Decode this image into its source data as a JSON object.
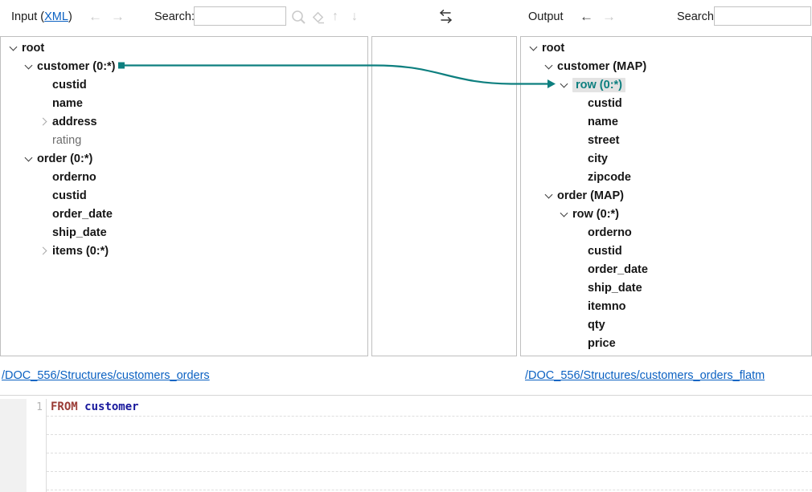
{
  "toolbar": {
    "input_title_prefix": "Input (",
    "input_format_link": "XML",
    "input_title_suffix": ")",
    "search_label": "Search:",
    "output_title": "Output",
    "output_search_label": "Search:",
    "icons": {
      "back": "←",
      "forward": "→",
      "find_up": "↑",
      "find_down": "↓"
    }
  },
  "connection": {
    "from": "customer (0:*)",
    "to": "row (0:*)",
    "color": "#0d7f7f"
  },
  "input_tree": {
    "rows": [
      {
        "label": "root",
        "level": 0,
        "chevron": "down",
        "emphasis": "bold"
      },
      {
        "label": "customer (0:*)",
        "level": 1,
        "chevron": "down",
        "emphasis": "bold",
        "connector": "source"
      },
      {
        "label": "custid",
        "level": 2,
        "chevron": "none",
        "emphasis": "bold"
      },
      {
        "label": "name",
        "level": 2,
        "chevron": "none",
        "emphasis": "bold"
      },
      {
        "label": "address",
        "level": 2,
        "chevron": "right",
        "emphasis": "bold"
      },
      {
        "label": "rating",
        "level": 2,
        "chevron": "none",
        "emphasis": "normal"
      },
      {
        "label": "order (0:*)",
        "level": 1,
        "chevron": "down",
        "emphasis": "bold"
      },
      {
        "label": "orderno",
        "level": 2,
        "chevron": "none",
        "emphasis": "bold"
      },
      {
        "label": "custid",
        "level": 2,
        "chevron": "none",
        "emphasis": "bold"
      },
      {
        "label": "order_date",
        "level": 2,
        "chevron": "none",
        "emphasis": "bold"
      },
      {
        "label": "ship_date",
        "level": 2,
        "chevron": "none",
        "emphasis": "bold"
      },
      {
        "label": "items (0:*)",
        "level": 2,
        "chevron": "right",
        "emphasis": "bold"
      }
    ],
    "source_link": "/DOC_556/Structures/customers_orders"
  },
  "output_tree": {
    "rows": [
      {
        "label": "root",
        "level": 0,
        "chevron": "down",
        "emphasis": "bold"
      },
      {
        "label": "customer (MAP)",
        "level": 1,
        "chevron": "down",
        "emphasis": "bold"
      },
      {
        "label": "row (0:*)",
        "level": 2,
        "chevron": "down",
        "emphasis": "bold",
        "highlighted": true,
        "connector": "target"
      },
      {
        "label": "custid",
        "level": 3,
        "chevron": "none",
        "emphasis": "bold"
      },
      {
        "label": "name",
        "level": 3,
        "chevron": "none",
        "emphasis": "bold"
      },
      {
        "label": "street",
        "level": 3,
        "chevron": "none",
        "emphasis": "bold"
      },
      {
        "label": "city",
        "level": 3,
        "chevron": "none",
        "emphasis": "bold"
      },
      {
        "label": "zipcode",
        "level": 3,
        "chevron": "none",
        "emphasis": "bold"
      },
      {
        "label": "order (MAP)",
        "level": 1,
        "chevron": "down",
        "emphasis": "bold"
      },
      {
        "label": "row (0:*)",
        "level": 2,
        "chevron": "down",
        "emphasis": "bold"
      },
      {
        "label": "orderno",
        "level": 3,
        "chevron": "none",
        "emphasis": "bold"
      },
      {
        "label": "custid",
        "level": 3,
        "chevron": "none",
        "emphasis": "bold"
      },
      {
        "label": "order_date",
        "level": 3,
        "chevron": "none",
        "emphasis": "bold"
      },
      {
        "label": "ship_date",
        "level": 3,
        "chevron": "none",
        "emphasis": "bold"
      },
      {
        "label": "itemno",
        "level": 3,
        "chevron": "none",
        "emphasis": "bold"
      },
      {
        "label": "qty",
        "level": 3,
        "chevron": "none",
        "emphasis": "bold"
      },
      {
        "label": "price",
        "level": 3,
        "chevron": "none",
        "emphasis": "bold"
      }
    ],
    "source_link": "/DOC_556/Structures/customers_orders_flatm"
  },
  "code_editor": {
    "token_colors": {
      "keyword": "#9a3b35",
      "identifier": "#17179c",
      "plain": "#222222"
    },
    "lines": [
      {
        "number": "1",
        "tokens": [
          {
            "text": "FROM",
            "type": "keyword"
          },
          {
            "text": " ",
            "type": "plain"
          },
          {
            "text": "customer",
            "type": "identifier"
          }
        ]
      }
    ]
  }
}
